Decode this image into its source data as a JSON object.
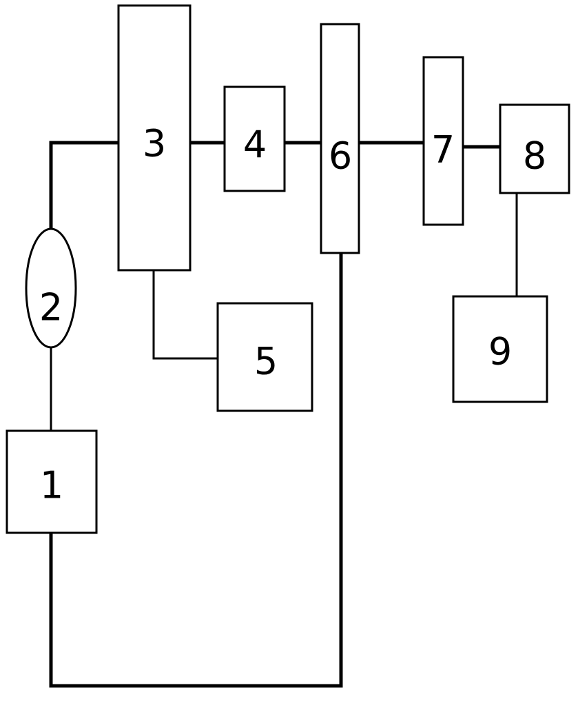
{
  "nodes": [
    {
      "id": "1",
      "label": "1"
    },
    {
      "id": "2",
      "label": "2"
    },
    {
      "id": "3",
      "label": "3"
    },
    {
      "id": "4",
      "label": "4"
    },
    {
      "id": "5",
      "label": "5"
    },
    {
      "id": "6",
      "label": "6"
    },
    {
      "id": "7",
      "label": "7"
    },
    {
      "id": "8",
      "label": "8"
    },
    {
      "id": "9",
      "label": "9"
    }
  ],
  "edges": [
    {
      "from": "1",
      "to": "2"
    },
    {
      "from": "2",
      "to": "3"
    },
    {
      "from": "3",
      "to": "4"
    },
    {
      "from": "3",
      "to": "5"
    },
    {
      "from": "4",
      "to": "6"
    },
    {
      "from": "6",
      "to": "7"
    },
    {
      "from": "7",
      "to": "8"
    },
    {
      "from": "8",
      "to": "9"
    },
    {
      "from": "1",
      "to": "6"
    }
  ],
  "colors": {
    "stroke": "#000000",
    "fill": "#ffffff"
  }
}
